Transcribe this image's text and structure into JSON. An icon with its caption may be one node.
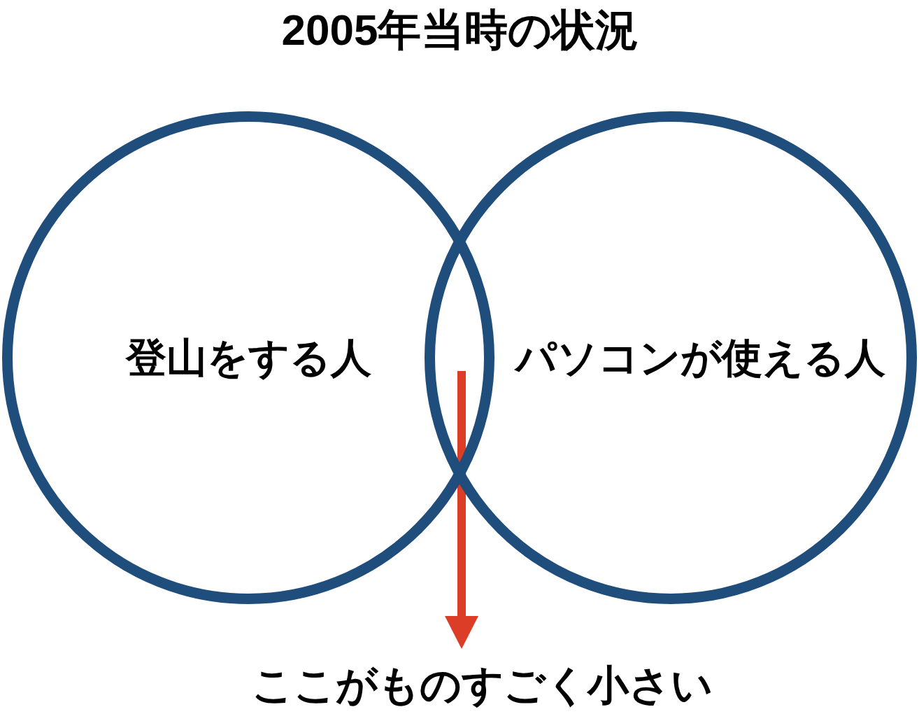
{
  "diagram": {
    "title": "2005年当時の状況",
    "nodes": [
      {
        "text": [
          "登山をする人"
        ]
      },
      {
        "text": [
          "パソコンが使える人"
        ]
      },
      {
        "text": [
          "ここがものすごく小さい"
        ]
      }
    ],
    "edges": [
      {
        "from": 0,
        "to": 2,
        "arrow": "to",
        "color": "#db3d27"
      },
      {
        "from": 1,
        "to": 2,
        "arrow": "to",
        "color": "#db3d27"
      }
    ]
  }
}
